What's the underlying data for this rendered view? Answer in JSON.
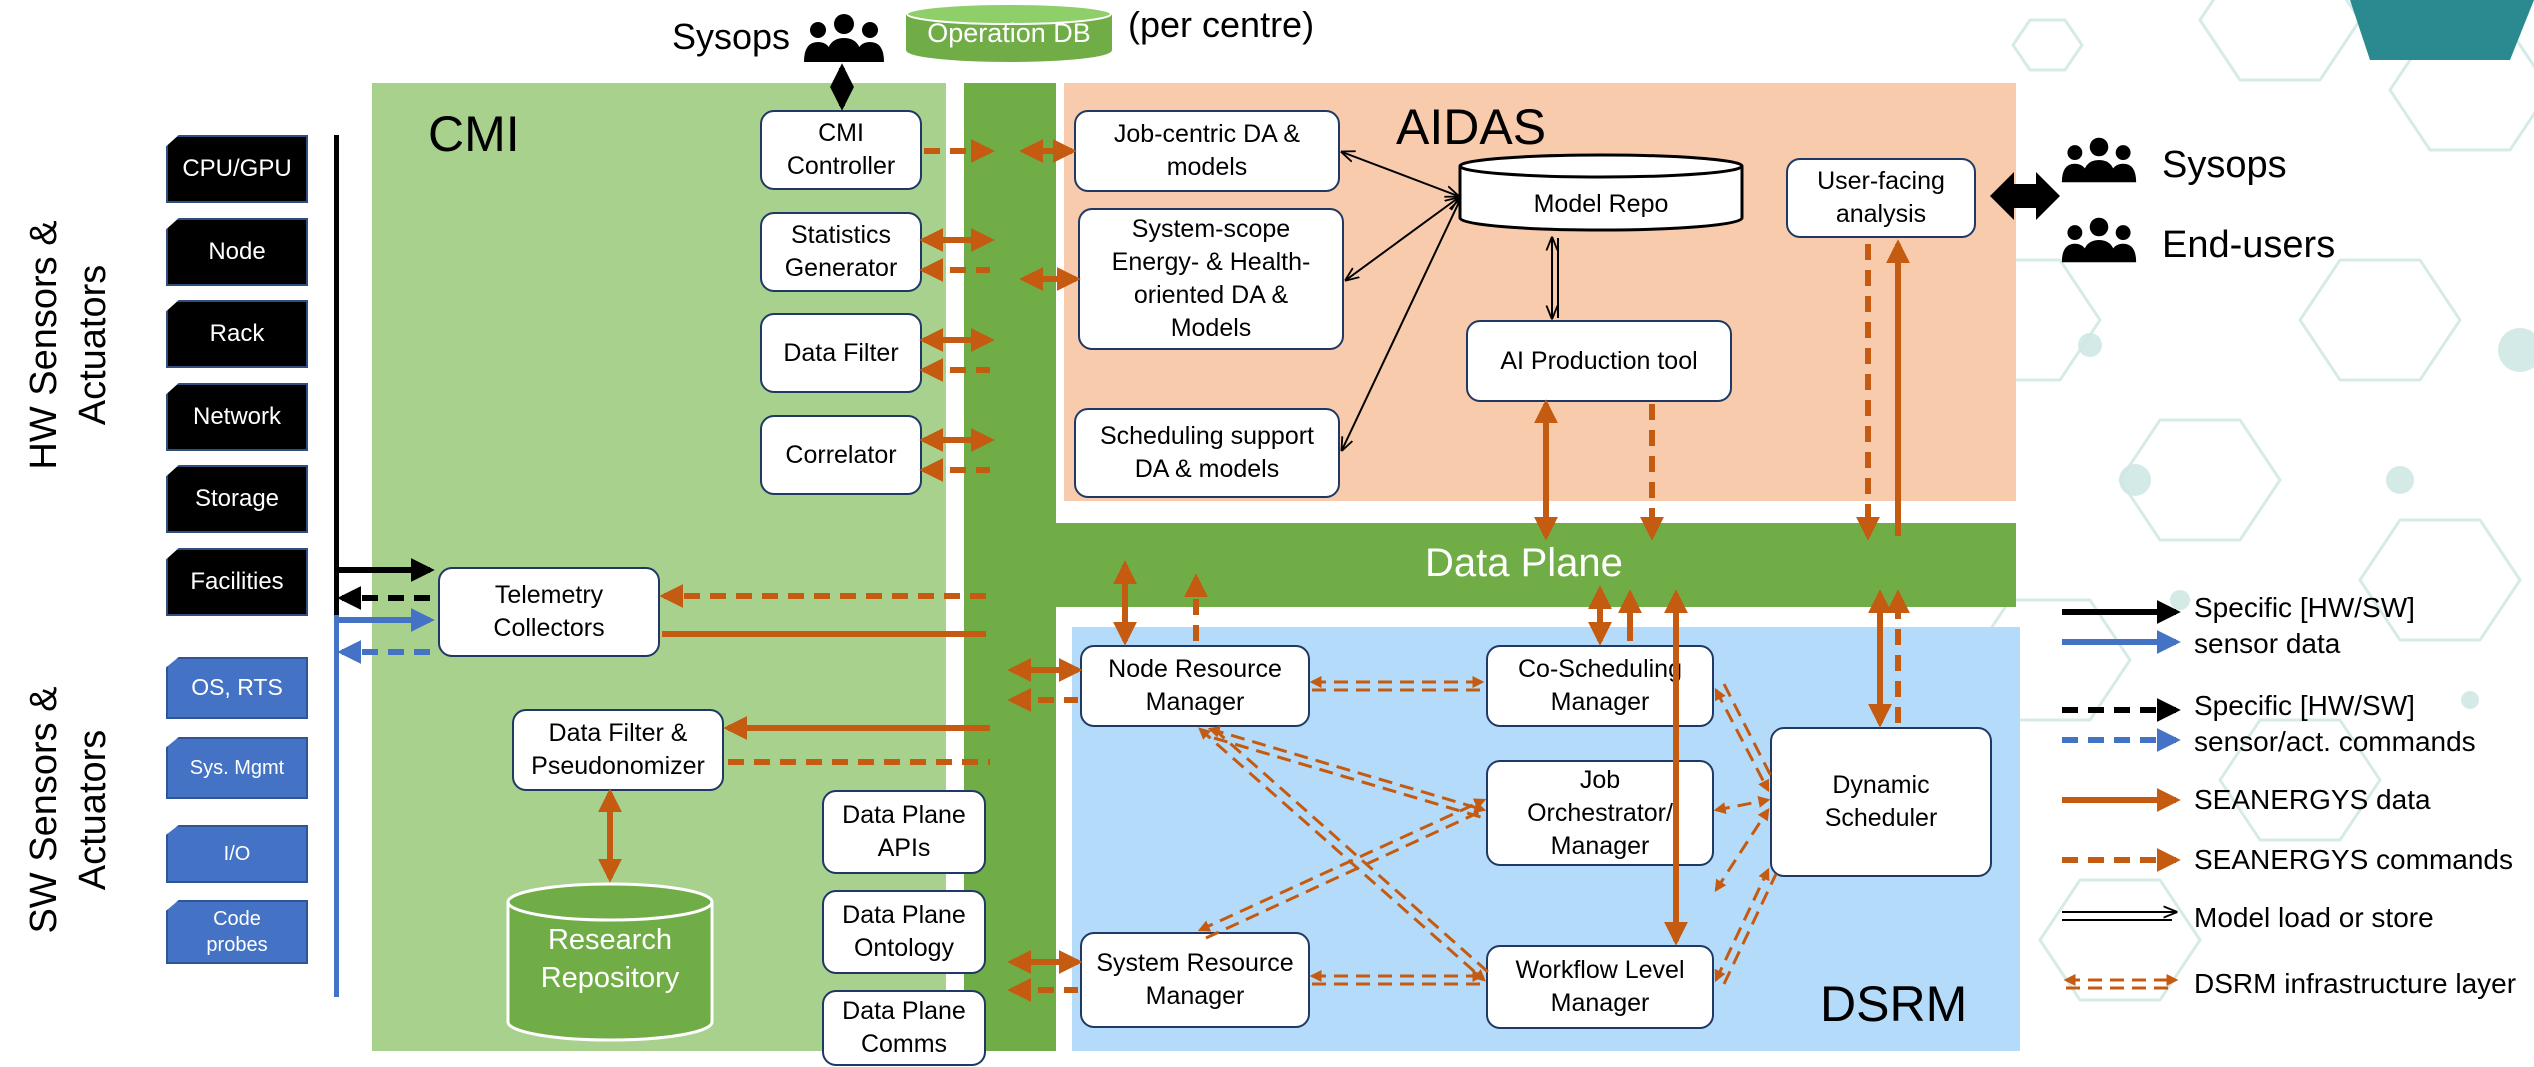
{
  "top": {
    "sysops_label": "Sysops",
    "opdb_label": "Operation DB",
    "per_centre": "(per centre)"
  },
  "side": {
    "hw_title": "HW Sensors &\nActuators",
    "sw_title": "SW Sensors &\nActuators"
  },
  "hw_items": [
    "CPU/GPU",
    "Node",
    "Rack",
    "Network",
    "Storage",
    "Facilities"
  ],
  "sw_items": [
    "OS, RTS",
    "Sys. Mgmt",
    "I/O",
    "Code\nprobes"
  ],
  "cmi": {
    "title": "CMI",
    "controller": "CMI\nController",
    "stats": "Statistics\nGenerator",
    "filter": "Data Filter",
    "correlator": "Correlator",
    "telemetry": "Telemetry\nCollectors",
    "pseudo": "Data Filter &\nPseudonomizer",
    "repo": "Research\nRepository",
    "dp_apis": "Data Plane\nAPIs",
    "dp_ontology": "Data Plane\nOntology",
    "dp_comms": "Data Plane\nComms"
  },
  "aidas": {
    "title": "AIDAS",
    "job_centric": "Job-centric DA &\nmodels",
    "system_scope": "System-scope\nEnergy- & Health-\noriented DA &\nModels",
    "scheduling": "Scheduling support\nDA & models",
    "model_repo": "Model Repo",
    "ai_tool": "AI Production tool",
    "user_facing": "User-facing\nanalysis"
  },
  "data_plane": "Data Plane",
  "dsrm": {
    "title": "DSRM",
    "node_rm": "Node Resource\nManager",
    "cosched": "Co-Scheduling\nManager",
    "job_orch": "Job\nOrchestrator/\nManager",
    "dyn_sched": "Dynamic\nScheduler",
    "sys_rm": "System Resource\nManager",
    "workflow": "Workflow Level\nManager"
  },
  "right_users": {
    "sysops": "Sysops",
    "endusers": "End-users"
  },
  "legend": [
    {
      "text": "Specific [HW/SW]\nsensor data"
    },
    {
      "text": "Specific [HW/SW]\nsensor/act. commands"
    },
    {
      "text": "SEANERGYS data"
    },
    {
      "text": "SEANERGYS commands"
    },
    {
      "text": "Model load or store"
    },
    {
      "text": "DSRM infrastructure layer"
    }
  ],
  "colors": {
    "cmi_bg": "#a9d18e",
    "green_bar": "#70ad47",
    "aidas_bg": "#f8cbad",
    "dsrm_bg": "#b4dcfa",
    "arrow_orange": "#c55a11",
    "arrow_blue": "#4472c4",
    "hw_black": "#000000"
  }
}
